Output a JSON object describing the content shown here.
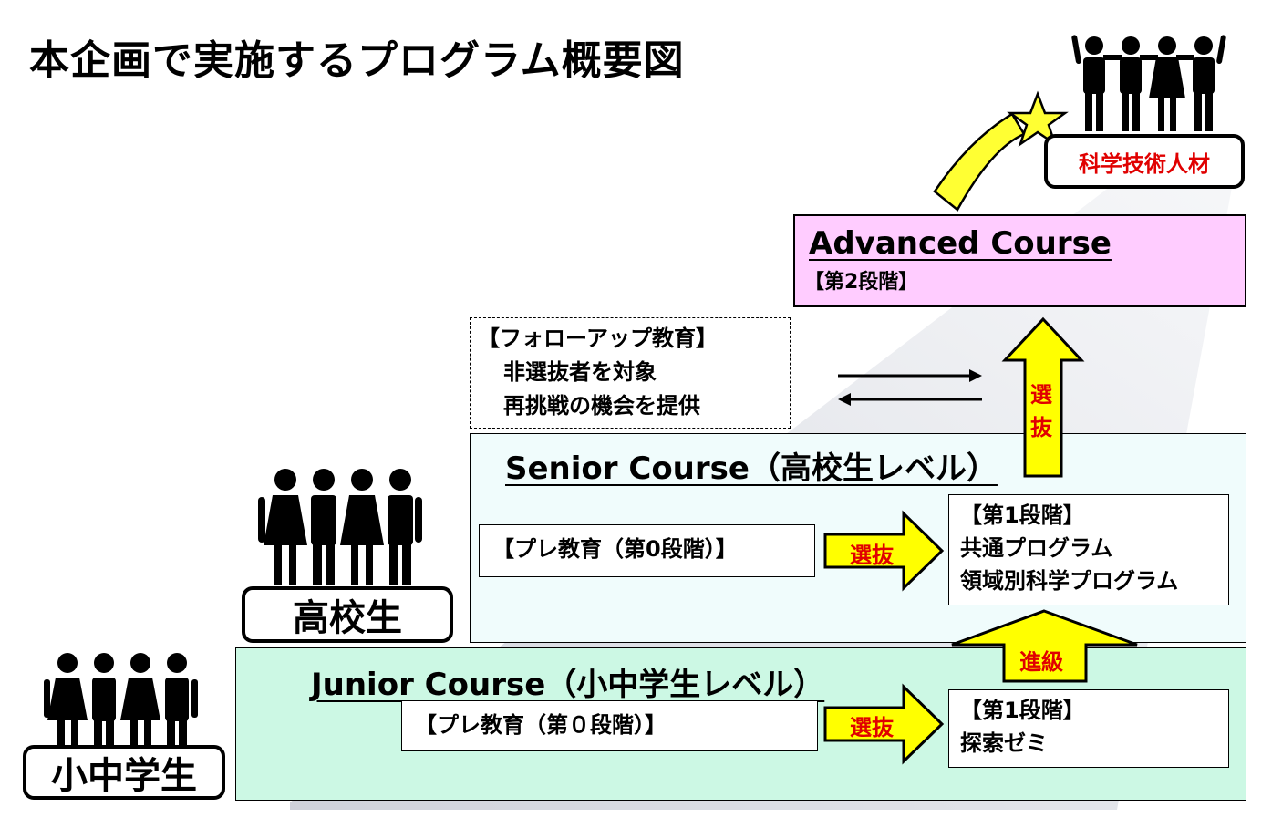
{
  "title": "本企画で実施するプログラム概要図",
  "goal_label": "科学技術人材",
  "advanced": {
    "title": "Advanced Course",
    "stage": "【第2段階】"
  },
  "followup": {
    "heading": "【フォローアップ教育】",
    "line1": "非選抜者を対象",
    "line2": "再挑戦の機会を提供"
  },
  "senior": {
    "title": "Senior Course（高校生レベル）",
    "pre": "【プレ教育（第0段階）】",
    "select": "選抜",
    "stage1": {
      "heading": "【第1段階】",
      "line1": "共通プログラム",
      "line2": "領域別科学プログラム"
    }
  },
  "junior": {
    "title": "Junior Course（小中学生レベル）",
    "pre": "【プレ教育（第０段階）】",
    "select": "選抜",
    "stage1": {
      "heading": "【第1段階】",
      "line1": "探索ゼミ"
    }
  },
  "up_arrow_to_advanced": {
    "char1": "選",
    "char2": "抜"
  },
  "promote": "進級",
  "high_school_label": "高校生",
  "elementary_label": "小中学生",
  "colors": {
    "advanced_bg": "#ffccff",
    "senior_bg": "#f0fcfc",
    "junior_bg": "#ccf8e4",
    "arrow_fill": "#ffff00",
    "select_text": "#e00000",
    "shadow": "#d9dbe2"
  }
}
